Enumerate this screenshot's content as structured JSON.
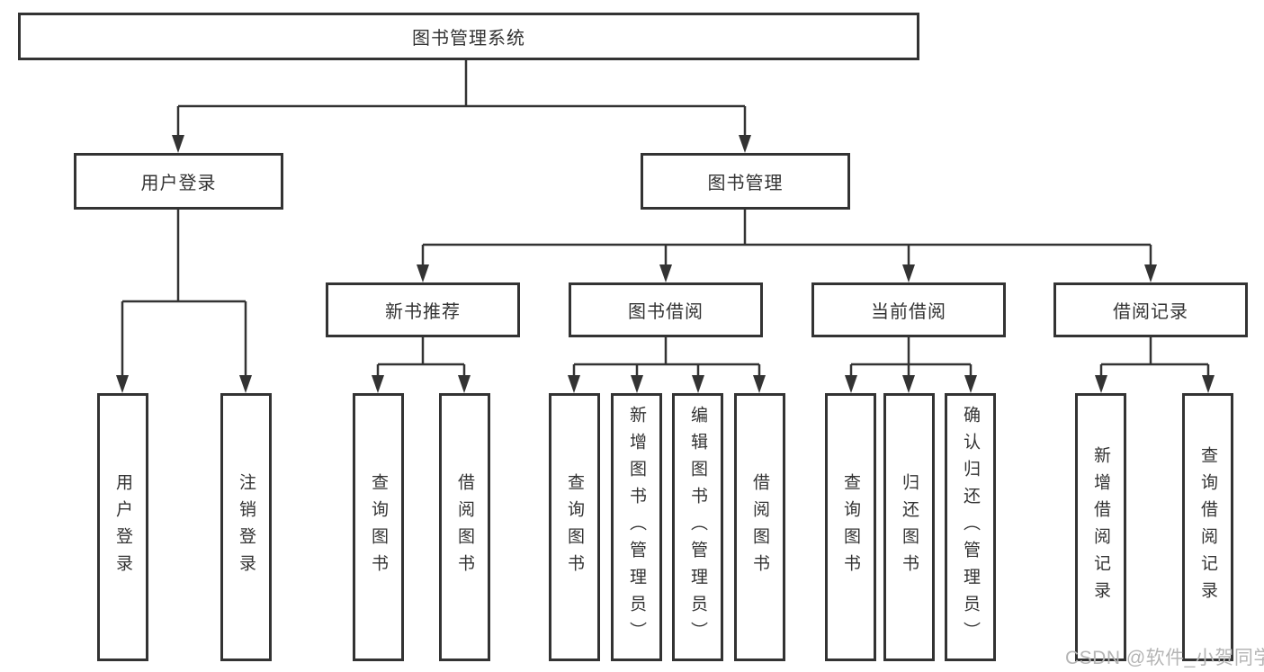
{
  "diagram_type": "hierarchy-tree",
  "colors": {
    "line": "#333333",
    "box_border": "#333333",
    "box_background": "#ffffff",
    "watermark": "#b5b5b5"
  },
  "nodes": {
    "root": {
      "label": "图书管理系统"
    },
    "level2": [
      {
        "label": "用户登录"
      },
      {
        "label": "图书管理"
      }
    ],
    "level3": [
      {
        "label": "新书推荐",
        "parent": "图书管理"
      },
      {
        "label": "图书借阅",
        "parent": "图书管理"
      },
      {
        "label": "当前借阅",
        "parent": "图书管理"
      },
      {
        "label": "借阅记录",
        "parent": "图书管理"
      }
    ],
    "leaves": [
      {
        "label": "用户登录",
        "parent": "用户登录"
      },
      {
        "label": "注销登录",
        "parent": "用户登录"
      },
      {
        "label": "查询图书",
        "parent": "新书推荐"
      },
      {
        "label": "借阅图书",
        "parent": "新书推荐"
      },
      {
        "label": "查询图书",
        "parent": "图书借阅"
      },
      {
        "label": "新增图书（管理员）",
        "parent": "图书借阅"
      },
      {
        "label": "编辑图书（管理员）",
        "parent": "图书借阅"
      },
      {
        "label": "借阅图书",
        "parent": "图书借阅"
      },
      {
        "label": "查询图书",
        "parent": "当前借阅"
      },
      {
        "label": "归还图书",
        "parent": "当前借阅"
      },
      {
        "label": "确认归还（管理员）",
        "parent": "当前借阅"
      },
      {
        "label": "新增借阅记录",
        "parent": "借阅记录"
      },
      {
        "label": "查询借阅记录",
        "parent": "借阅记录"
      }
    ]
  },
  "watermark": {
    "text": "CSDN @软件_小贺同学"
  }
}
